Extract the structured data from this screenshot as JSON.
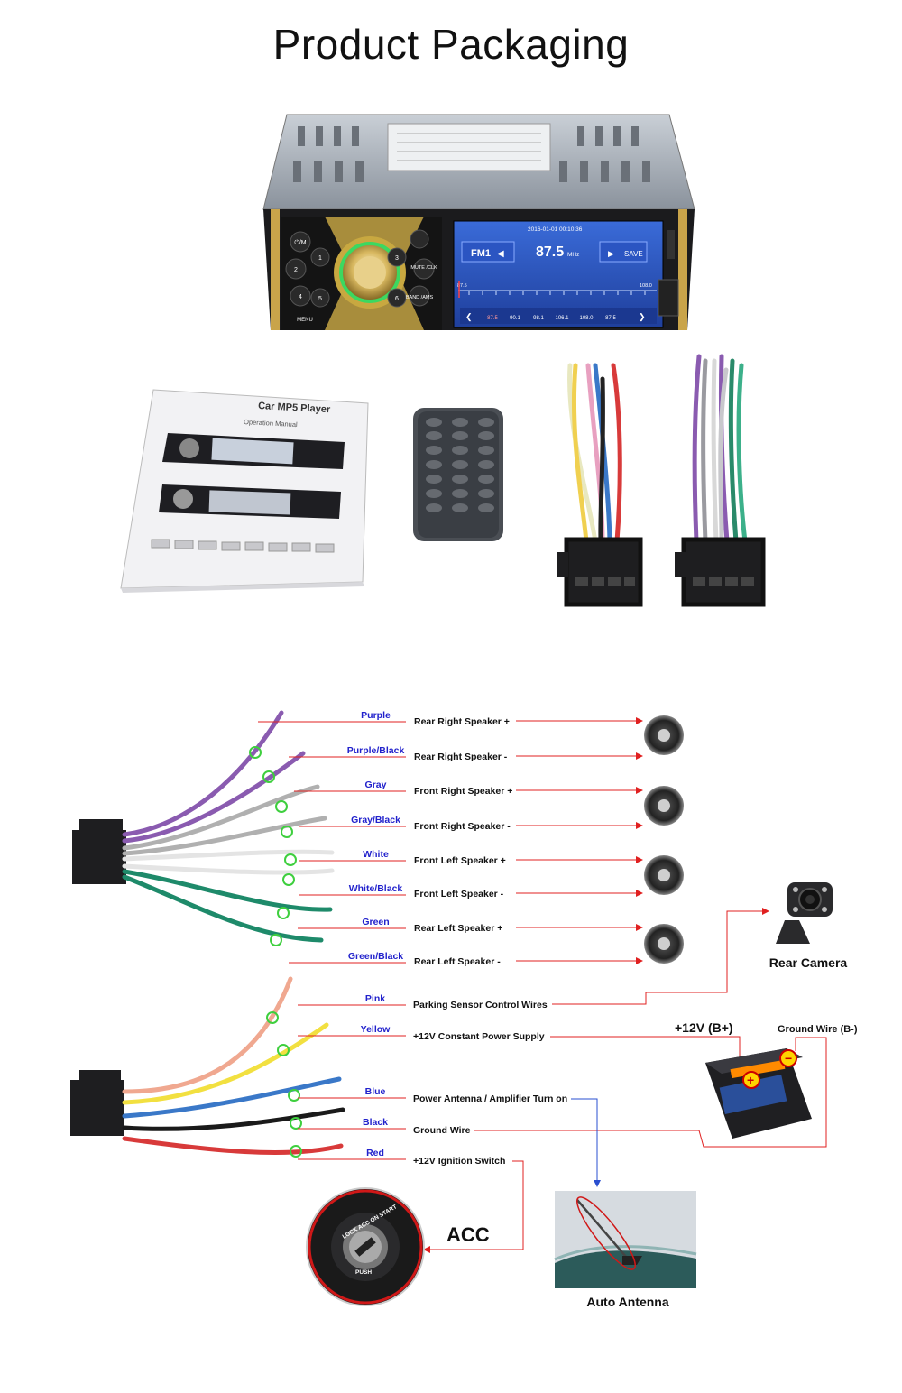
{
  "page": {
    "title": "Product Packaging"
  },
  "head_unit": {
    "date_time": "2016-01-01  00:10:36",
    "band": "FM1",
    "frequency": "87.5",
    "unit": "MHz",
    "save": "SAVE",
    "scale_start": "87.5",
    "scale_end": "108.0",
    "presets": [
      "87.5",
      "90.1",
      "98.1",
      "106.1",
      "108.0",
      "87.5"
    ],
    "buttons": [
      "⏻/M",
      "1",
      "2",
      "3",
      "4",
      "5",
      "6",
      "MUTE /CLK",
      "BAND /AMS",
      "MENU"
    ]
  },
  "manual": {
    "title": "Car MP5 Player",
    "subtitle": "Operation Manual"
  },
  "wiring": {
    "speaker_wires": [
      {
        "color_name": "Purple",
        "function": "Rear Right Speaker +",
        "hex": "#8a5bb0"
      },
      {
        "color_name": "Purple/Black",
        "function": "Rear Right Speaker -",
        "hex": "#8a5bb0"
      },
      {
        "color_name": "Gray",
        "function": "Front Right Speaker +",
        "hex": "#a8a8a8"
      },
      {
        "color_name": "Gray/Black",
        "function": "Front Right Speaker -",
        "hex": "#a8a8a8"
      },
      {
        "color_name": "White",
        "function": "Front Left Speaker +",
        "hex": "#e4e4e4"
      },
      {
        "color_name": "White/Black",
        "function": "Front Left Speaker -",
        "hex": "#e4e4e4"
      },
      {
        "color_name": "Green",
        "function": "Rear Left Speaker +",
        "hex": "#1e8a6a"
      },
      {
        "color_name": "Green/Black",
        "function": "Rear Left Speaker -",
        "hex": "#1e8a6a"
      }
    ],
    "power_wires": [
      {
        "color_name": "Pink",
        "function": "Parking Sensor Control Wires",
        "hex": "#f0a890"
      },
      {
        "color_name": "Yellow",
        "function": "+12V Constant Power Supply",
        "hex": "#f2e040"
      },
      {
        "color_name": "Blue",
        "function": "Power Antenna / Amplifier Turn on",
        "hex": "#3a78c8"
      },
      {
        "color_name": "Black",
        "function": "Ground Wire",
        "hex": "#1a1a1a"
      },
      {
        "color_name": "Red",
        "function": "+12V  Ignition Switch",
        "hex": "#d83a3a"
      }
    ],
    "rear_camera": "Rear Camera",
    "battery_positive": "+12V  (B+)",
    "battery_negative": "Ground Wire (B-)",
    "acc": "ACC",
    "ignition_ring": "LOCK  ACC  ON  START",
    "ignition_push": "PUSH",
    "auto_antenna": "Auto Antenna"
  },
  "colors": {
    "arrow": "#e02020",
    "blue_arrow": "#2a4fd0",
    "label_blue": "#2222cc",
    "marker": "#3ecf3e"
  }
}
